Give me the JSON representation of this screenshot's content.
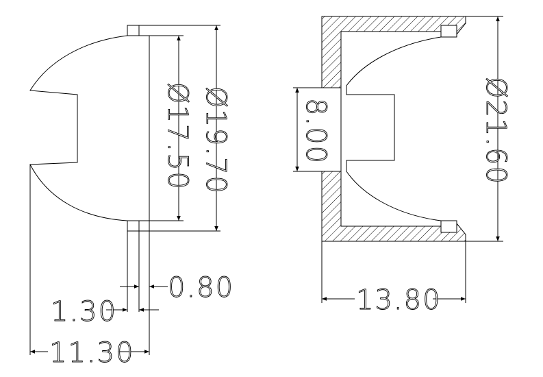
{
  "left_view": {
    "dims": {
      "dia_inner": "Ø17.50",
      "dia_outer": "Ø19.70",
      "flange_gap": "0.80",
      "flange_thickness": "1.30",
      "overall_length": "11.30"
    }
  },
  "right_view": {
    "dims": {
      "bore": "8.00",
      "dia_outer": "Ø21.60",
      "length": "13.80"
    }
  },
  "colors": {
    "line": "#000000",
    "background": "#ffffff"
  }
}
